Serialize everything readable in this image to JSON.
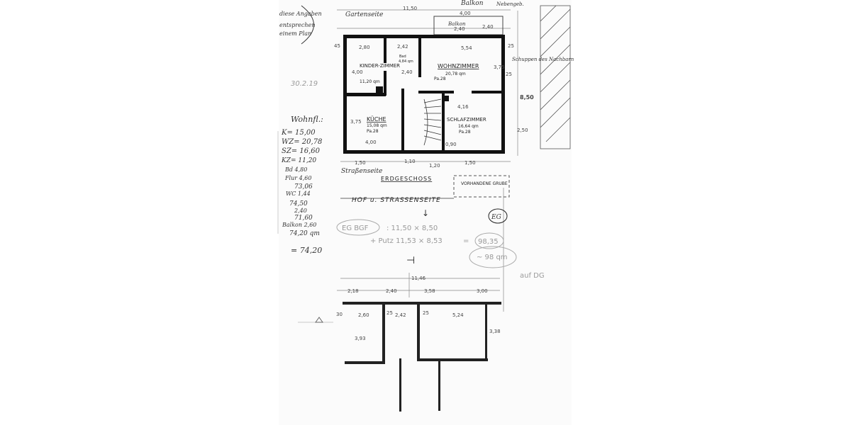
{
  "margin_notes": {
    "top_left": [
      "diese Angaben",
      "entsprechen",
      "einem Plan"
    ],
    "number": "30.2.19",
    "wohnflaeche_title": "Wohnfl.:",
    "area_list": [
      "K= 15,00",
      "WZ= 20,78",
      "SZ= 16,60",
      "KZ= 11,20",
      "Bd 4,80",
      "Flur 4,60"
    ],
    "sum1": "73,06",
    "wc": "WC 1,44",
    "sum2": "74,50",
    "minus": "2,40",
    "sum3": "71,60",
    "balkon": "Balkon 2,60",
    "sum4": "74,20 qm",
    "total": "= 74,20"
  },
  "upper_plan": {
    "labels": {
      "gartenseite": "Gartenseite",
      "balkon_top": "Balkon",
      "nebengebaeude": "Nebengeb.",
      "balkon_inner": "Balkon",
      "schuppen": "Schuppen des Nachbarn",
      "strassenseite": "Straßenseite"
    },
    "rooms": [
      {
        "name": "KINDER-ZIMMER",
        "area": "11,20 qm"
      },
      {
        "name": "WOHNZIMMER",
        "area": "20,78 qm",
        "floor": "Pa.28"
      },
      {
        "name": "KÜCHE",
        "area": "15,08 qm",
        "floor": "Pa.28"
      },
      {
        "name": "SCHLAFZIMMER",
        "area": "16,64 qm",
        "floor": "Pa.28"
      },
      {
        "name": "Bad",
        "area": "4,84 qm"
      }
    ],
    "dimensions": [
      "11,50",
      "4,00",
      "2,40",
      "2,40",
      "2,80",
      "2,42",
      "5,54",
      "2,40",
      "4,00",
      "3,75",
      "3,75",
      "4,16",
      "4,00",
      "2,50",
      "8,50",
      "1,50",
      "1,20",
      "0,90",
      "1,10",
      "1,50",
      "45",
      "25",
      "25"
    ],
    "floor_title": "ERDGESCHOSS",
    "subtitle": "HOF u. STRASSENSEITE",
    "box_label": "VORHANDENE GRUBE"
  },
  "calculation": {
    "eg_bgf": "EG BGF",
    "line1": ": 11,50 × 8,50",
    "line2": "+ Putz 11,53 × 8,53",
    "equals": "=",
    "result": "98,35",
    "approx": "~ 98 qm",
    "eg_badge": "EG",
    "dg_note": "auf DG"
  },
  "lower_plan": {
    "dimensions_top": [
      "11,46",
      "2,18",
      "2,40",
      "3,58",
      "3,00"
    ],
    "dimensions_inner": [
      "2,60",
      "2,42",
      "5,24",
      "3,93",
      "3,38",
      "25",
      "25",
      "30"
    ]
  }
}
